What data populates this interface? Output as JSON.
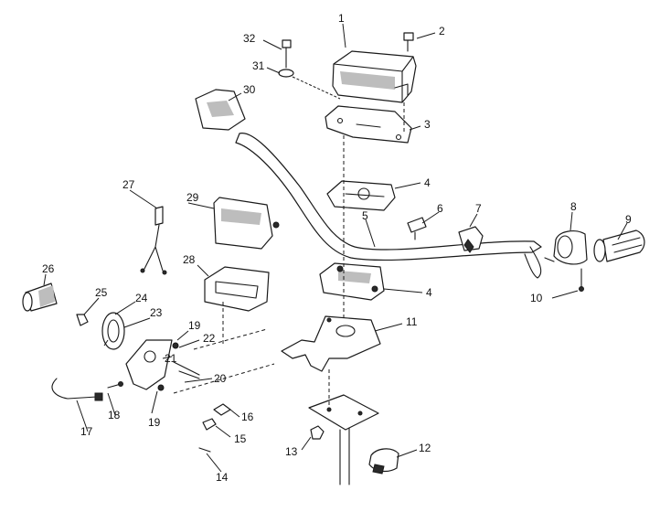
{
  "callouts": [
    "1",
    "2",
    "3",
    "4",
    "5",
    "6",
    "7",
    "8",
    "9",
    "10",
    "11",
    "12",
    "13",
    "14",
    "15",
    "16",
    "17",
    "18",
    "19",
    "20",
    "21",
    "22",
    "23",
    "24",
    "25",
    "26",
    "27",
    "28",
    "29",
    "30",
    "31",
    "32"
  ],
  "repeat_labels": {
    "part4": "4",
    "part19": "19"
  }
}
